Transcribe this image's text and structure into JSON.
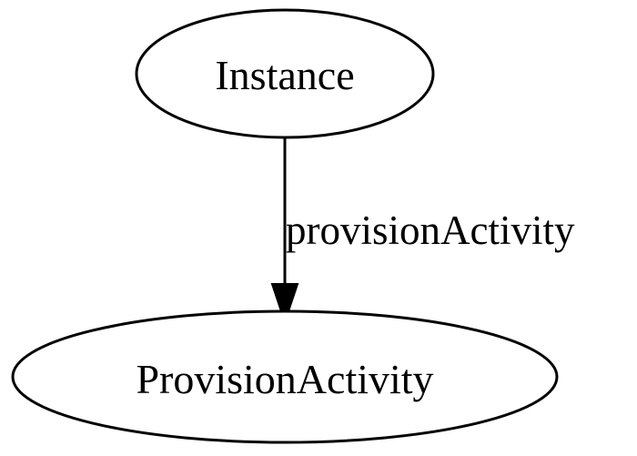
{
  "diagram": {
    "nodes": [
      {
        "id": "instance",
        "label": "Instance"
      },
      {
        "id": "provision-activity",
        "label": "ProvisionActivity"
      }
    ],
    "edges": [
      {
        "from": "instance",
        "to": "provision-activity",
        "label": "provisionActivity"
      }
    ],
    "colors": {
      "stroke": "#000000",
      "background": "#ffffff"
    }
  }
}
